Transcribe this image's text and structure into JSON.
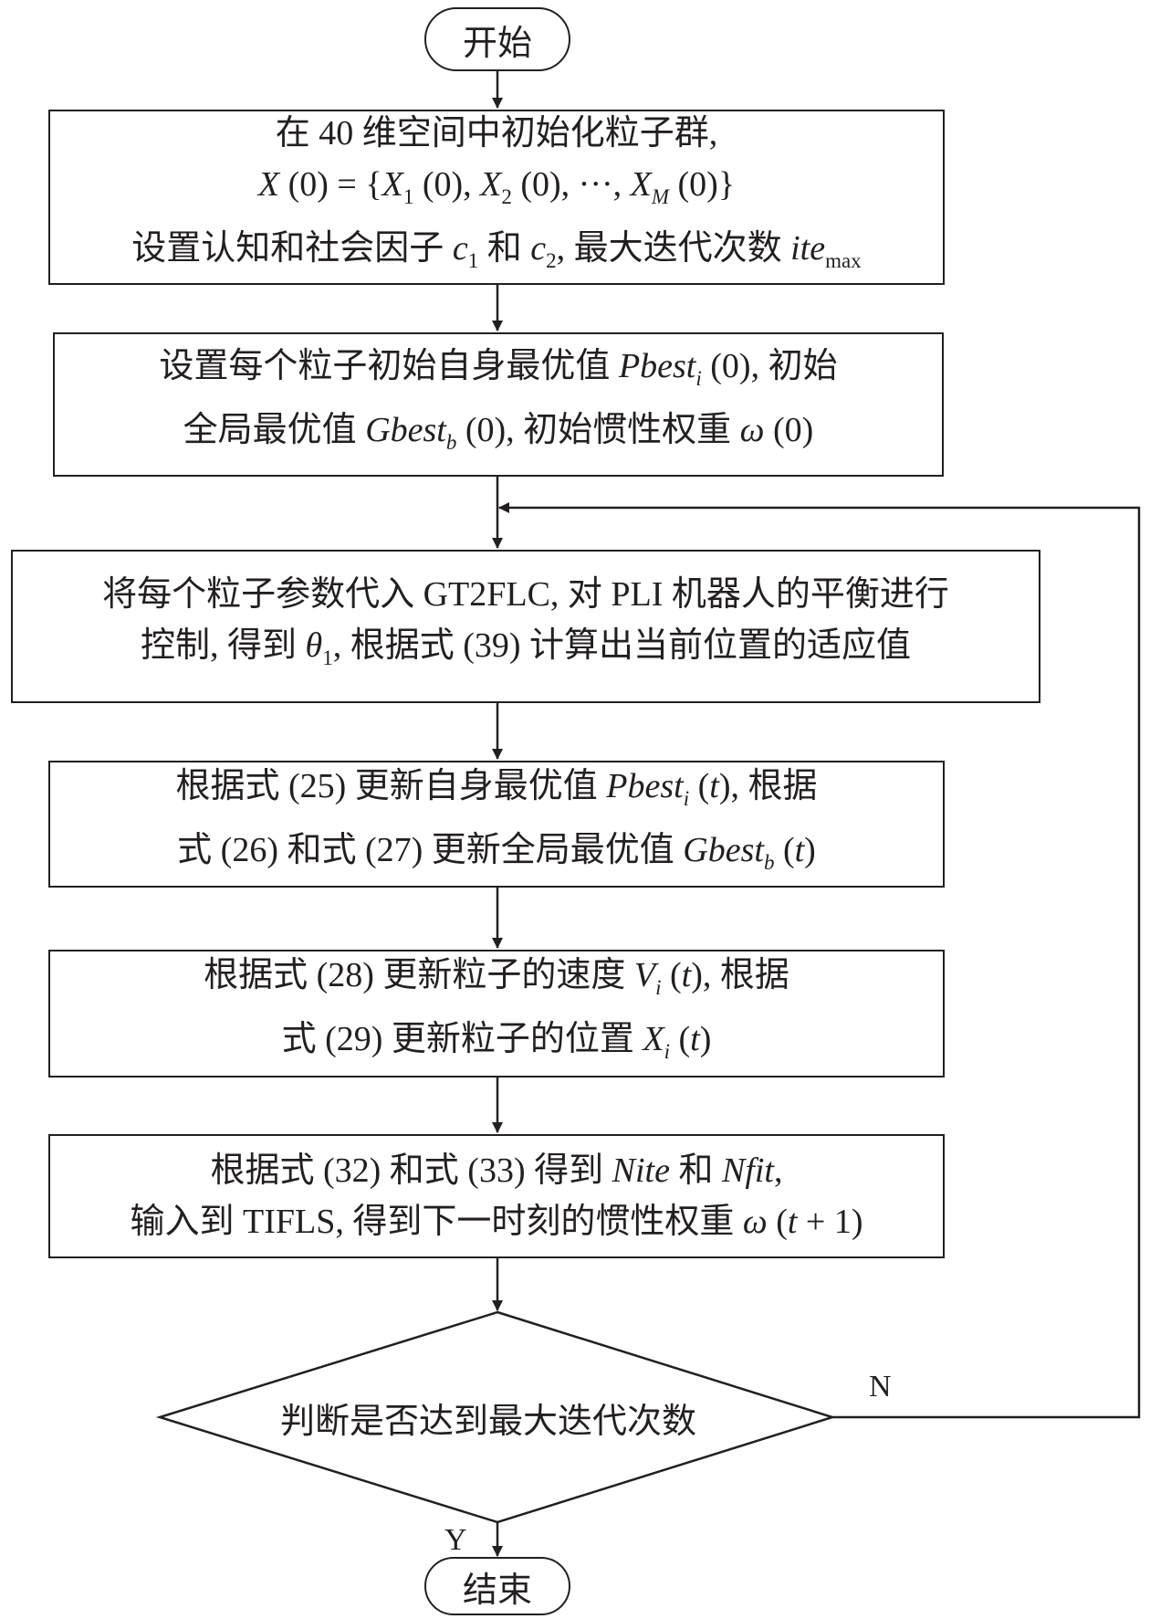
{
  "start": "开始",
  "end": "结束",
  "box1": {
    "line1": "在 40 维空间中初始化粒子群,",
    "line2": {
      "a": "X",
      "b": " (0) = {",
      "c": "X",
      "d": "1",
      "e": " (0), ",
      "f": "X",
      "g": "2",
      "h": " (0), ···, ",
      "i": "X",
      "j": "M",
      "k": " (0)}"
    },
    "line3": {
      "a": "设置认知和社会因子 ",
      "b": "c",
      "c": "1",
      "d": " 和 ",
      "e": "c",
      "f": "2",
      "g": ", 最大迭代次数 ",
      "h": "ite",
      "i": "max"
    }
  },
  "box2": {
    "line1": {
      "a": "设置每个粒子初始自身最优值 ",
      "b": "Pbest",
      "c": "i",
      "d": " (0), 初始"
    },
    "line2": {
      "a": "全局最优值 ",
      "b": "Gbest",
      "c": "b",
      "d": " (0), 初始惯性权重 ",
      "e": "ω",
      "f": " (0)"
    }
  },
  "box3": {
    "line1": "将每个粒子参数代入 GT2FLC, 对 PLI 机器人的平衡进行",
    "line2": {
      "a": "控制, 得到 ",
      "b": "θ",
      "c": "1",
      "d": ", 根据式 (39) 计算出当前位置的适应值"
    }
  },
  "box4": {
    "line1": {
      "a": "根据式 (25) 更新自身最优值 ",
      "b": "Pbest",
      "c": "i",
      "d": " (",
      "e": "t",
      "f": "), 根据"
    },
    "line2": {
      "a": "式 (26) 和式 (27) 更新全局最优值 ",
      "b": "Gbest",
      "c": "b",
      "d": " (",
      "e": "t",
      "f": ")"
    }
  },
  "box5": {
    "line1": {
      "a": "根据式 (28) 更新粒子的速度 ",
      "b": "V",
      "c": "i",
      "d": " (",
      "e": "t",
      "f": "), 根据"
    },
    "line2": {
      "a": "式 (29) 更新粒子的位置 ",
      "b": "X",
      "c": "i",
      "d": " (",
      "e": "t",
      "f": ")"
    }
  },
  "box6": {
    "line1": {
      "a": "根据式 (32) 和式 (33) 得到 ",
      "b": "Nite",
      "c": " 和 ",
      "d": "Nfit",
      "e": ","
    },
    "line2": {
      "a": "输入到 TIFLS, 得到下一时刻的惯性权重 ",
      "b": "ω",
      "c": " (",
      "d": "t",
      "e": " + 1)"
    }
  },
  "decision": "判断是否达到最大迭代次数",
  "label_no": "N",
  "label_yes": "Y",
  "colors": {
    "stroke": "#231f20",
    "background": "#ffffff"
  }
}
